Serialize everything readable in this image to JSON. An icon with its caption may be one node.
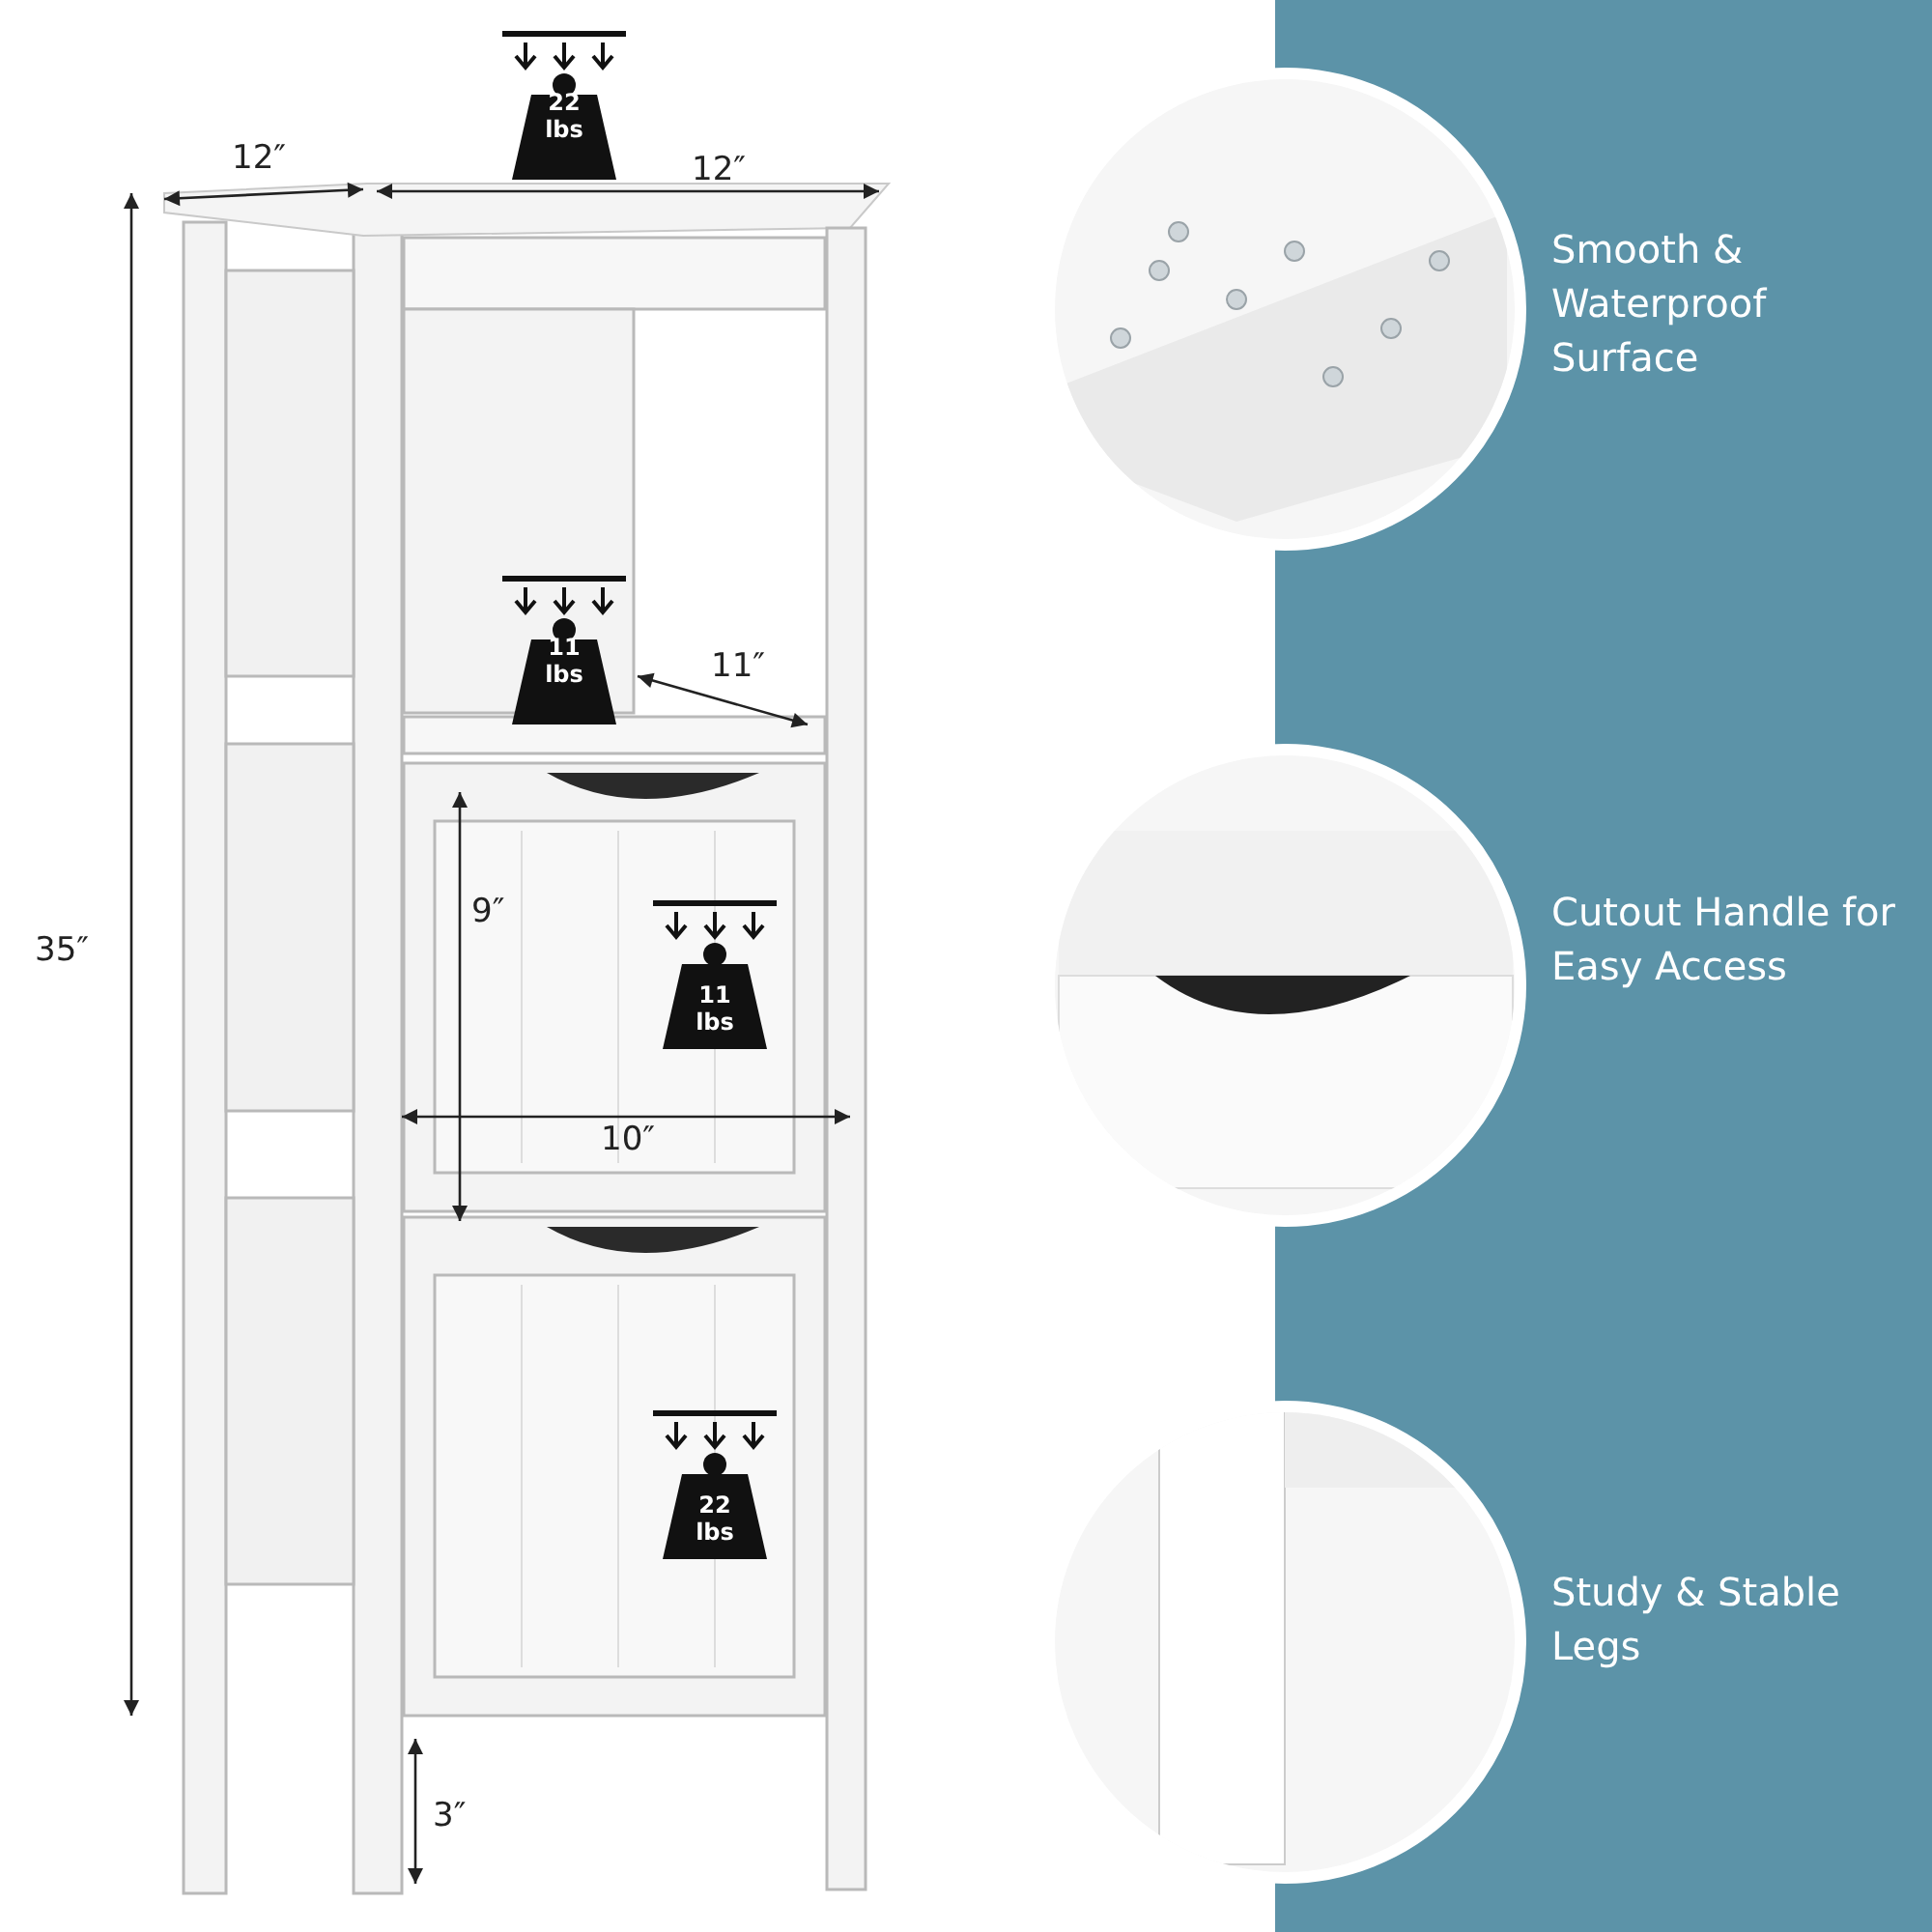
{
  "diagram": {
    "labels": [
      "22 lbs",
      "12″",
      "12″",
      "Smooth & Waterproof Surface",
      "11 lbs",
      "11″",
      "9″",
      "11 lbs",
      "Cutout Handle for Easy Access",
      "10″",
      "35″",
      "22 lbs",
      "Study & Stable Legs",
      "3″"
    ]
  }
}
